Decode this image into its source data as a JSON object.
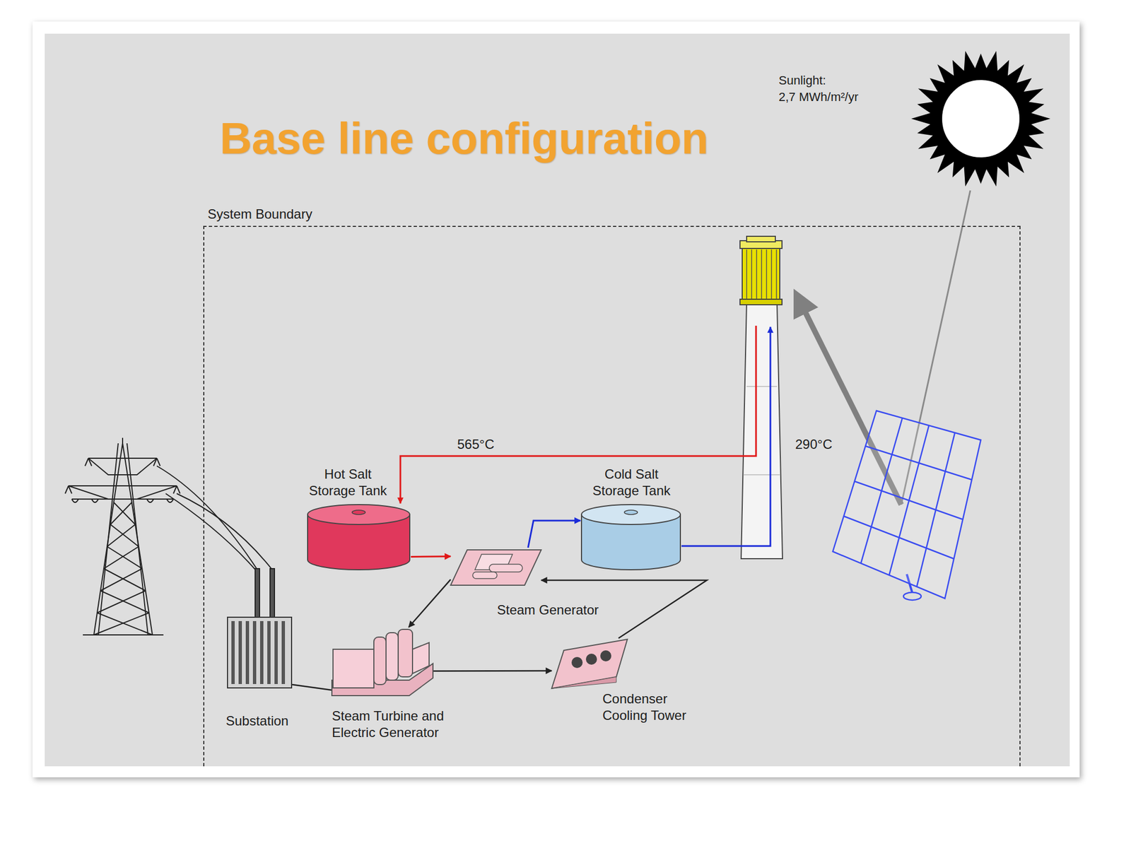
{
  "diagram": {
    "title": "Base line configuration",
    "nodes": [
      {
        "text": [
          "System Boundary"
        ]
      },
      {
        "text": [
          "Hot Salt Storage Tank"
        ],
        "in": 0
      },
      {
        "text": [
          "Cold Salt Storage Tank"
        ],
        "in": 0
      },
      {
        "text": [
          "Steam Generator"
        ],
        "in": 0
      },
      {
        "text": [
          "Substation"
        ],
        "in": 0
      },
      {
        "text": [
          "Steam Turbine and Electric Generator"
        ],
        "in": 0
      },
      {
        "text": [
          "Condenser Cooling Tower"
        ],
        "in": 0
      }
    ],
    "edges": [
      {
        "from": 1,
        "to": 3,
        "arrow": "to"
      },
      {
        "from": 3,
        "to": 2,
        "arrow": "to"
      },
      {
        "from": 3,
        "to": 5,
        "arrow": "to"
      },
      {
        "from": 5,
        "to": 6,
        "arrow": "to"
      },
      {
        "from": 6,
        "to": 3,
        "arrow": "to"
      },
      {
        "from": 4,
        "to": 5,
        "arrow": "none"
      }
    ],
    "labels": [
      "Sunlight:",
      "2,7 MWh/m²/yr",
      "565°C",
      "290°C"
    ]
  }
}
